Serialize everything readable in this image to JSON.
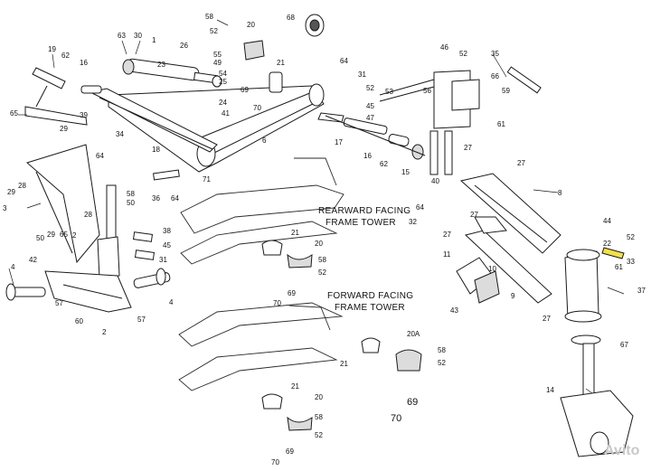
{
  "captions": {
    "rear_line1": "REARWARD FACING",
    "rear_line2": "FRAME TOWER",
    "front_line1": "FORWARD FACING",
    "front_line2": "FRAME TOWER"
  },
  "callouts": {
    "c58a": "58",
    "c52a": "52",
    "c20": "20",
    "c68": "68",
    "c63": "63",
    "c30": "30",
    "c1": "1",
    "c26": "26",
    "c55": "55",
    "c49": "49",
    "c23": "23",
    "c54": "54",
    "c25": "25",
    "c24": "24",
    "c41": "41",
    "c69a": "69",
    "c70a": "70",
    "c21a": "21",
    "c19": "19",
    "c62a": "62",
    "c16a": "16",
    "c65": "65",
    "c39": "39",
    "c29a": "29",
    "c18": "18",
    "c34": "34",
    "c64a": "64",
    "c6": "6",
    "c29b": "29",
    "c28a": "28",
    "c71": "71",
    "c36": "36",
    "c64b": "64",
    "c3": "3",
    "c58b": "58",
    "c50a": "50",
    "c28b": "28",
    "c50b": "50",
    "c29c": "29",
    "c65b": "65",
    "c2a": "2",
    "c38": "38",
    "c45": "45",
    "c31": "31",
    "c4a": "4",
    "c42": "42",
    "c57a": "57",
    "c60": "60",
    "c2b": "2",
    "c4b": "4",
    "c57b": "57",
    "c64c": "64",
    "c31b": "31",
    "c52b": "52",
    "c45b": "45",
    "c47": "47",
    "c53": "53",
    "c17": "17",
    "c16b": "16",
    "c62b": "62",
    "c15": "15",
    "c46": "46",
    "c52c": "52",
    "c56": "56",
    "c35": "35",
    "c66": "66",
    "c59": "59",
    "c61a": "61",
    "c27a": "27",
    "c40": "40",
    "c8": "8",
    "c27b": "27",
    "c64d": "64",
    "c32": "32",
    "c27c": "27",
    "c27d": "27",
    "c44": "44",
    "c22": "22",
    "c52d": "52",
    "c61b": "61",
    "c33": "33",
    "c11": "11",
    "c10": "10",
    "c9": "9",
    "c43": "43",
    "c27e": "27",
    "c37": "37",
    "c67": "67",
    "c14": "14",
    "c21b": "21",
    "c20b": "20",
    "c58c": "58",
    "c52e": "52",
    "c69b": "69",
    "c70b": "70",
    "c20A": "20A",
    "c21c": "21",
    "c58d": "58",
    "c52f": "52",
    "c69c": "69",
    "c70c": "70",
    "c20c": "20",
    "c21d": "21",
    "c58e": "58",
    "c52g": "52",
    "c69d": "69",
    "c70d": "70"
  },
  "watermark": "Avito",
  "highlight_color": "#f3e04a"
}
